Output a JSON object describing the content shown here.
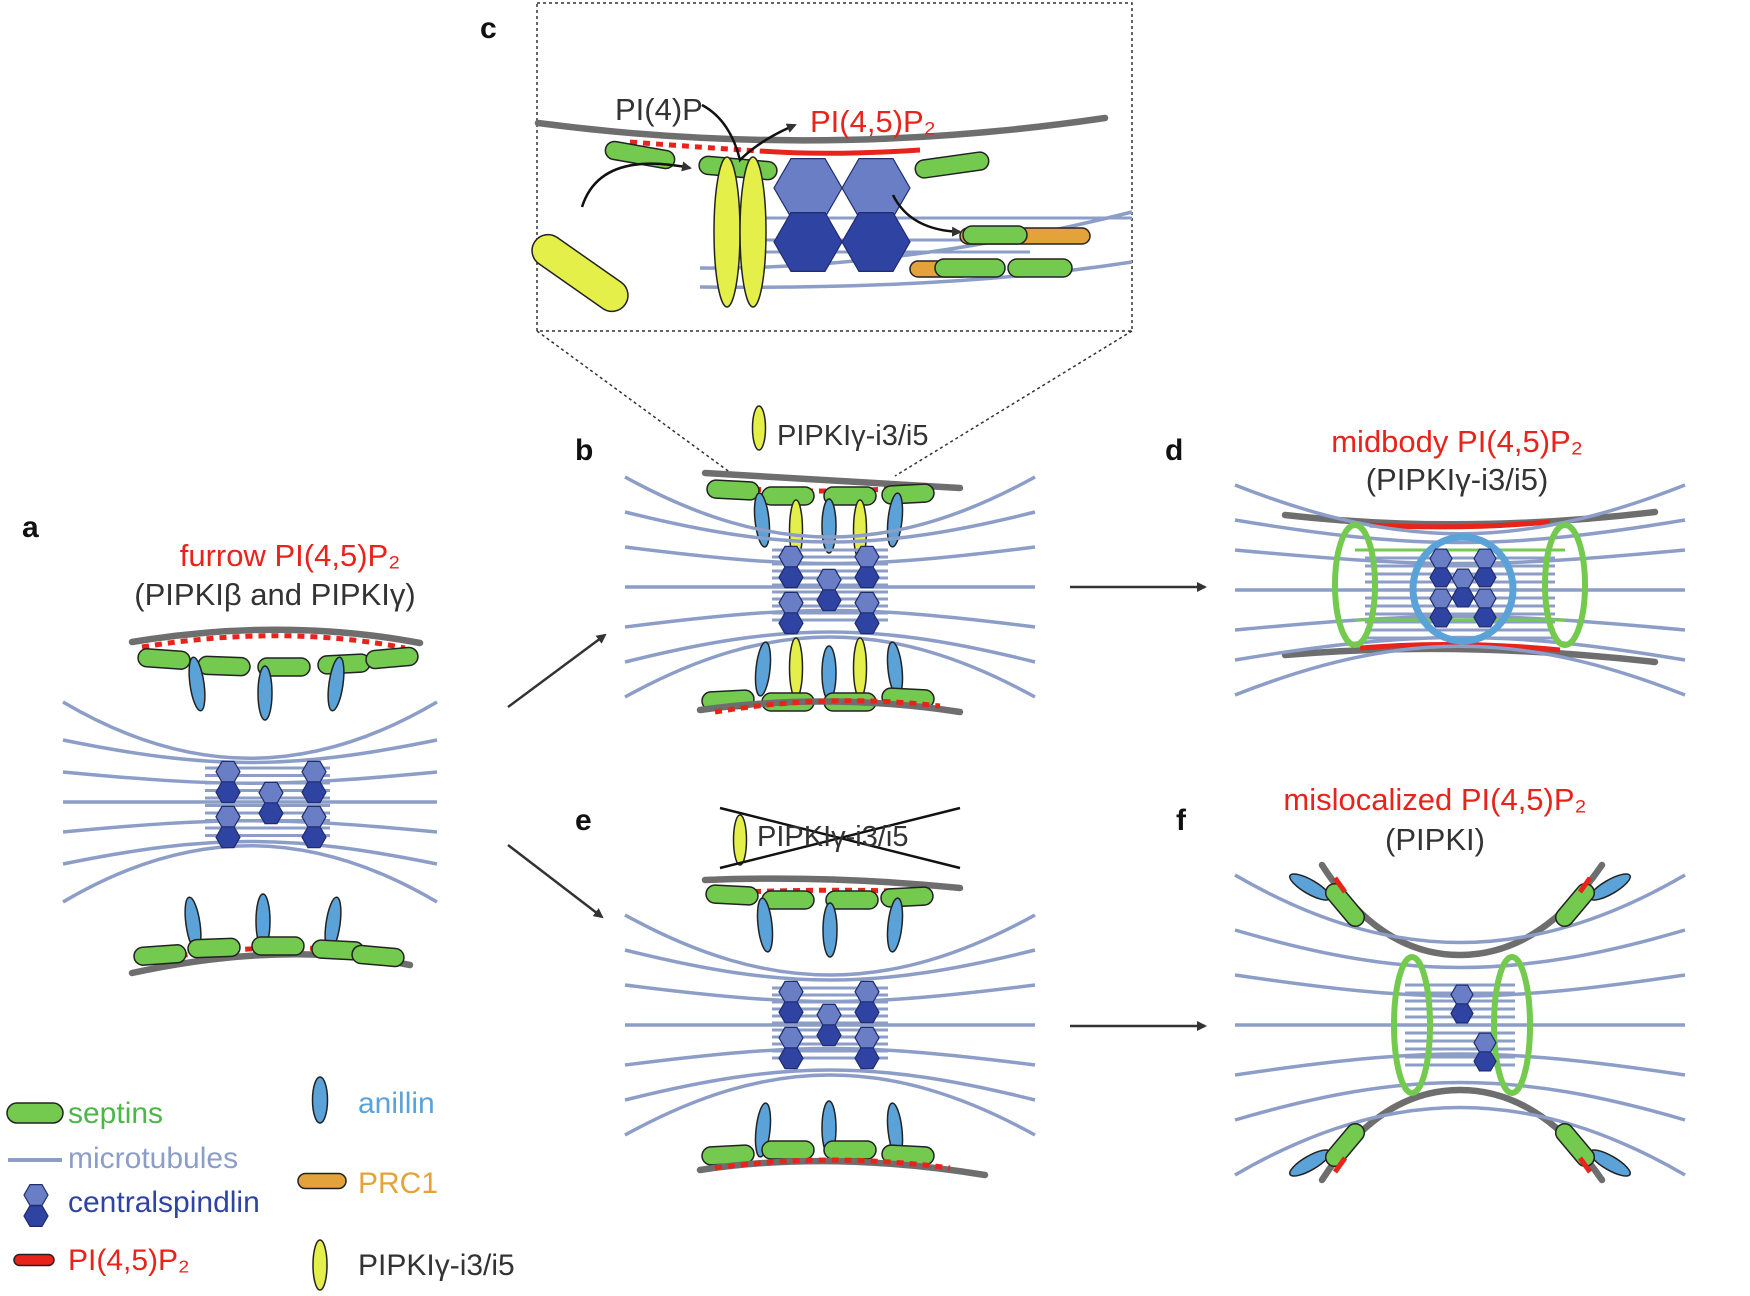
{
  "colors": {
    "septin": "#74c94f",
    "microtubule": "#8c9ec8",
    "centralspindlin_light": "#6a7ec6",
    "centralspindlin_dark": "#2f43a3",
    "pip2": "#e8231c",
    "anillin": "#5aa2d8",
    "prc1": "#e3a33a",
    "pipki": "#e4ef4a",
    "membrane": "#6e6e6e"
  },
  "panels": {
    "a": {
      "letter": "a",
      "title_red": "furrow PI(4,5)P₂",
      "title_dark": "(PIPKIβ and PIPKIγ)"
    },
    "b": {
      "letter": "b",
      "label": "PIPKIγ-i3/i5"
    },
    "c": {
      "letter": "c",
      "pi4p": "PI(4)P",
      "pip2": "PI(4,5)P₂"
    },
    "d": {
      "letter": "d",
      "title_red": "midbody PI(4,5)P₂",
      "title_dark": "(PIPKIγ-i3/i5)"
    },
    "e": {
      "letter": "e",
      "label": "PIPKIγ-i3/i5"
    },
    "f": {
      "letter": "f",
      "title_red": "mislocalized PI(4,5)P₂",
      "title_dark": "(PIPKI)"
    }
  },
  "legend": {
    "septins": "septins",
    "microtubules": "microtubules",
    "centralspindlin": "centralspindlin",
    "pip2": "PI(4,5)P₂",
    "anillin": "anillin",
    "prc1": "PRC1",
    "pipki": "PIPKIγ-i3/i5"
  }
}
